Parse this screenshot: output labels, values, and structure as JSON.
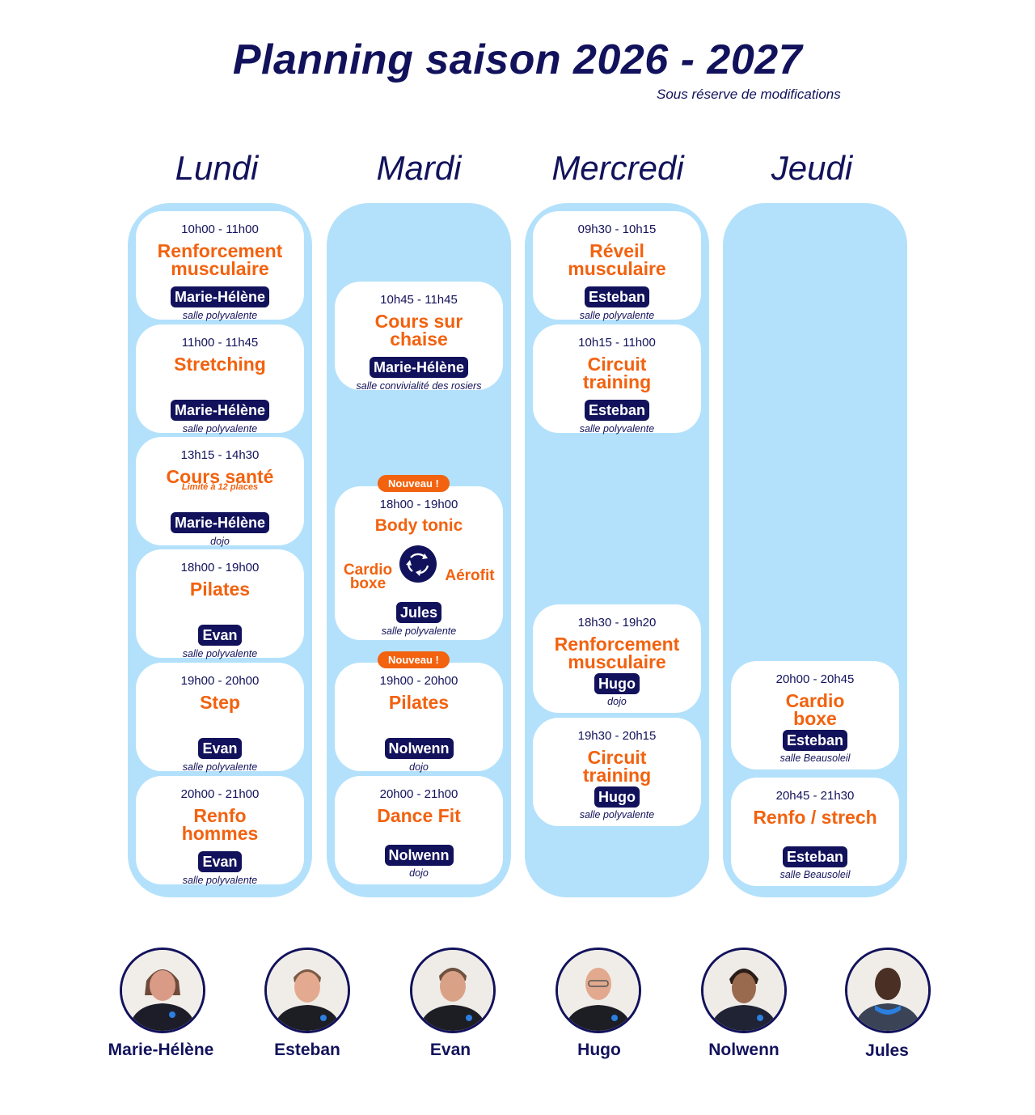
{
  "header": {
    "title": "Planning saison 2026 - 2027",
    "subtitle": "Sous réserve de modifications"
  },
  "days": [
    {
      "name": "Lundi",
      "sessions": [
        {
          "time": "10h00 - 11h00",
          "name": "Renforcement musculaire",
          "coach": "Marie-Hélène",
          "place": "salle polyvalente"
        },
        {
          "time": "11h00 - 11h45",
          "name": "Stretching",
          "coach": "Marie-Hélène",
          "place": "salle polyvalente"
        },
        {
          "time": "13h15 - 14h30",
          "name": "Cours santé",
          "note": "Limité à 12 places",
          "coach": "Marie-Hélène",
          "place": "dojo"
        },
        {
          "time": "18h00 - 19h00",
          "name": "Pilates",
          "coach": "Evan",
          "place": "salle polyvalente"
        },
        {
          "time": "19h00 - 20h00",
          "name": "Step",
          "coach": "Evan",
          "place": "salle polyvalente"
        },
        {
          "time": "20h00 - 21h00",
          "name": "Renfo hommes",
          "coach": "Evan",
          "place": "salle polyvalente"
        }
      ]
    },
    {
      "name": "Mardi",
      "sessions": [
        {
          "time": "10h45 - 11h45",
          "name": "Cours sur chaise",
          "coach": "Marie-Hélène",
          "place": "salle convivialité des rosiers"
        },
        {
          "time": "18h00 - 19h00",
          "name": "Body tonic",
          "badge": "Nouveau !",
          "left_option": "Cardio boxe",
          "right_option": "Aérofit",
          "icon": "cycle-arrows-icon",
          "coach": "Jules",
          "place": "salle polyvalente"
        },
        {
          "time": "19h00 - 20h00",
          "name": "Pilates",
          "badge": "Nouveau !",
          "coach": "Nolwenn",
          "place": "dojo"
        },
        {
          "time": "20h00 - 21h00",
          "name": "Dance Fit",
          "coach": "Nolwenn",
          "place": "dojo"
        }
      ]
    },
    {
      "name": "Mercredi",
      "sessions": [
        {
          "time": "09h30 - 10h15",
          "name": "Réveil musculaire",
          "coach": "Esteban",
          "place": "salle polyvalente"
        },
        {
          "time": "10h15 - 11h00",
          "name": "Circuit training",
          "coach": "Esteban",
          "place": "salle polyvalente"
        },
        {
          "time": "18h30 - 19h20",
          "name": "Renforcement musculaire",
          "coach": "Hugo",
          "place": "dojo"
        },
        {
          "time": "19h30 - 20h15",
          "name": "Circuit training",
          "coach": "Hugo",
          "place": "salle polyvalente"
        }
      ]
    },
    {
      "name": "Jeudi",
      "sessions": [
        {
          "time": "20h00 - 20h45",
          "name": "Cardio boxe",
          "coach": "Esteban",
          "place": "salle Beausoleil"
        },
        {
          "time": "20h45 - 21h30",
          "name": "Renfo / strech",
          "coach": "Esteban",
          "place": "salle Beausoleil"
        }
      ]
    }
  ],
  "coaches": [
    {
      "name": "Marie-Hélène",
      "photo": "avatar-marie-helene"
    },
    {
      "name": "Esteban",
      "photo": "avatar-esteban"
    },
    {
      "name": "Evan",
      "photo": "avatar-evan"
    },
    {
      "name": "Hugo",
      "photo": "avatar-hugo"
    },
    {
      "name": "Nolwenn",
      "photo": "avatar-nolwenn"
    },
    {
      "name": "Jules",
      "photo": "avatar-jules"
    }
  ],
  "colors": {
    "navy": "#12125c",
    "orange": "#f2620f",
    "column": "#b3e1fb",
    "card": "#ffffff"
  }
}
